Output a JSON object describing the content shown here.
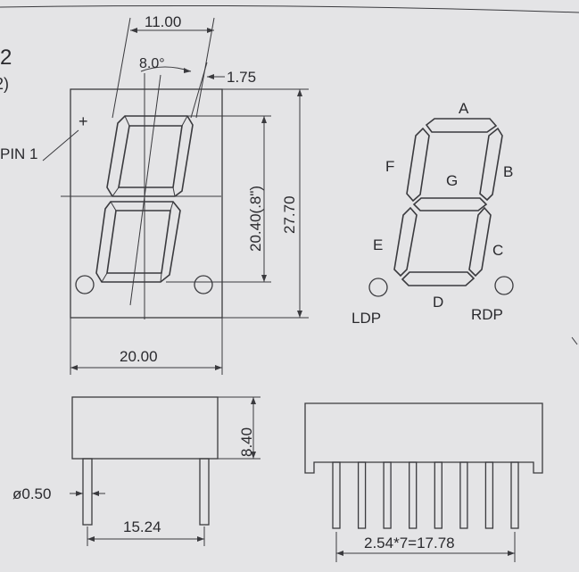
{
  "header": {
    "partial_number": "2",
    "partial_paren": "2)"
  },
  "front_view": {
    "dim_top_width": "11.00",
    "dim_angle": "8.0°",
    "dim_offset": "1.75",
    "dim_digit_height": "20.40(.8\")",
    "dim_total_height": "27.70",
    "dim_body_width": "20.00",
    "pin1_label": "PIN 1",
    "plus_sign": "+"
  },
  "segment_map": {
    "labels": {
      "a": "A",
      "b": "B",
      "c": "C",
      "d": "D",
      "e": "E",
      "f": "F",
      "g": "G"
    },
    "ldp": "LDP",
    "rdp": "RDP"
  },
  "side_view": {
    "dim_body_thickness": "8.40",
    "dim_pin_diameter": "ø0.50",
    "dim_pin_row_spacing": "15.24"
  },
  "bottom_view": {
    "dim_pin_pitch": "2.54*7=17.78",
    "pin_count": 8
  }
}
